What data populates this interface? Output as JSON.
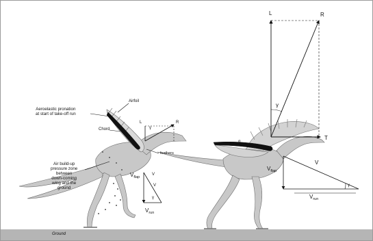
{
  "labels": {
    "aerofoil_note_line1": "Aeroelastic pronation",
    "aerofoil_note_line2": "at start of take-off run",
    "airfoil": "Airfoil",
    "chord": "Chord",
    "feathers": "feathers",
    "air_cushion_line1": "Air build-up",
    "air_cushion_line2": "pressure zone",
    "air_cushion_line3": "between",
    "air_cushion_line4": "down-coming",
    "air_cushion_line5": "wing and the",
    "air_cushion_line6": "ground",
    "ground": "Ground"
  },
  "vectors": {
    "L_big": "L",
    "R_big": "R",
    "T_big": "T",
    "gamma_big": "γ",
    "L_small": "L",
    "R_small": "R",
    "gamma_small": "γ",
    "V_left": "V",
    "V_left_sub": "flap",
    "V_mid": "V",
    "V_mid2": "V",
    "V_bottom_left": "V",
    "V_bottom_left_sub": "run",
    "gamma_tri_left": "γ",
    "V_right_flap": "V",
    "V_right_flap_sub": "flap",
    "V_right": "V",
    "V_right_run": "V",
    "V_right_run_sub": "run",
    "gamma_tri_right": "γ",
    "alpha": "α"
  },
  "colors": {
    "ground": "#b5b5b5",
    "body": "#c8c8c8",
    "line": "#111111"
  }
}
